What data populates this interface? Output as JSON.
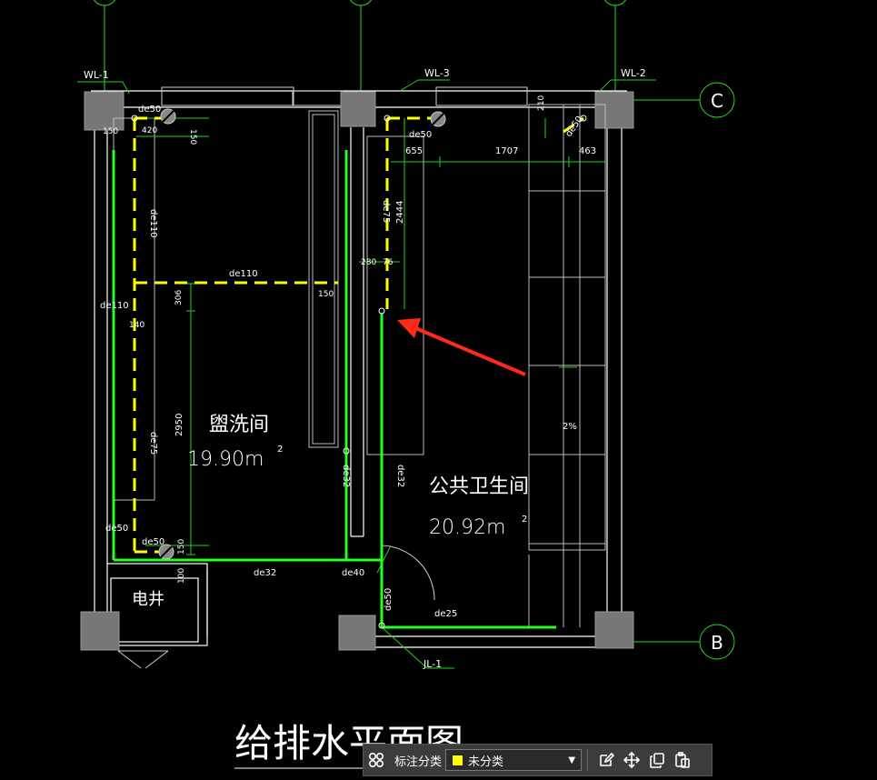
{
  "drawing": {
    "title": "给排水平面图",
    "rooms": {
      "washroom_name": "盥洗间",
      "washroom_area": "19.90m",
      "washroom_area_sup": "2",
      "toilet_name": "公共卫生间",
      "toilet_area": "20.92m",
      "toilet_area_sup": "2",
      "shaft_name": "电井"
    },
    "stack_labels": {
      "wl1": "WL-1",
      "wl2": "WL-2",
      "wl3": "WL-3",
      "jl1": "JL-1"
    },
    "axis_labels": {
      "c": "C",
      "b": "B"
    },
    "pipe_labels": {
      "de50_a": "de50",
      "de110_v": "de110",
      "de110_h": "de110",
      "de110_left": "de110",
      "de75": "de75",
      "de50_b": "de50",
      "de50_c": "de50",
      "de50_d": "de50",
      "de50_e": "de50",
      "de50_f": "de50",
      "de75_b": "de75",
      "de32": "de32",
      "de40": "de40",
      "de32_b": "de32",
      "de32_c": "de32",
      "de25": "de25"
    },
    "dimensions": {
      "d150_a": "150",
      "d420": "420",
      "d150_b": "150",
      "d306": "306",
      "d150_c": "150",
      "d140": "140",
      "d2950": "2950",
      "d150_d": "150",
      "d100": "100",
      "d655": "655",
      "d1707": "1707",
      "d463": "463",
      "d210": "210",
      "d2444": "2444",
      "d280": "280",
      "d76": "76"
    },
    "slope": "2%"
  },
  "toolbar": {
    "label": "标注分类",
    "selected": "未分类",
    "swatch_color": "#ffff00"
  },
  "colors": {
    "background": "#000000",
    "drain_pipe": "#ffff00",
    "supply_pipe": "#22ff22",
    "arrow": "#ff2a1a"
  },
  "icons": [
    "grid-icon",
    "chevron-down-icon",
    "edit-icon",
    "move-icon",
    "copy-icon",
    "paste-icon"
  ]
}
